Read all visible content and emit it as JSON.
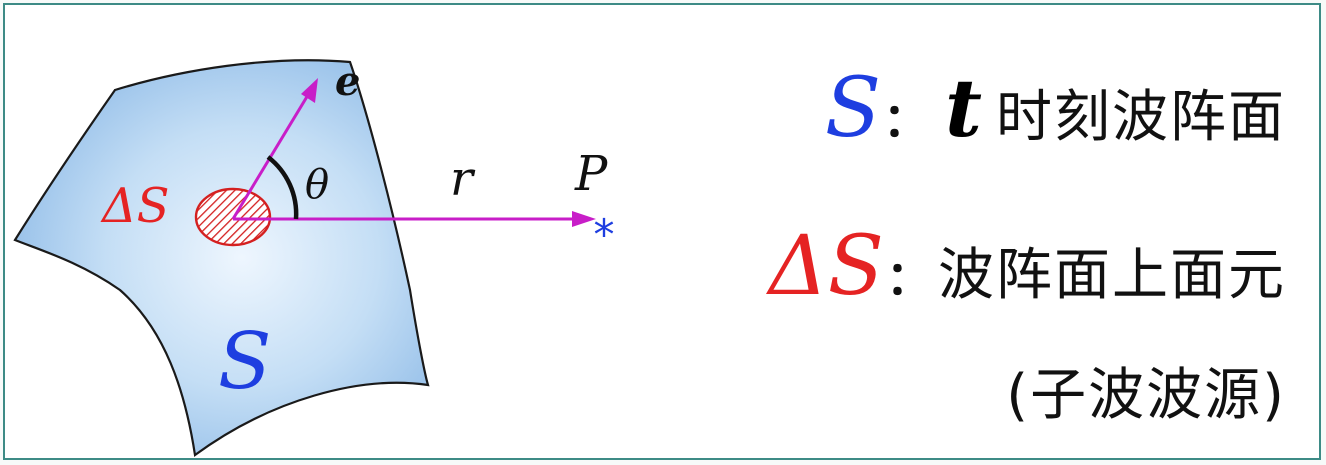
{
  "colors": {
    "surface_fill": "#a9cdf1",
    "surface_light": "#e8f3fd",
    "surface_stroke": "#1a1a1a",
    "normal_vector": "#c81ec8",
    "ray": "#c81ec8",
    "element": "#e52323",
    "blue_text": "#1e3ee0",
    "frame": "#3d8b86"
  },
  "diagram": {
    "labels": {
      "normal": "e",
      "angle": "θ",
      "distance": "r",
      "point": "P",
      "element": "ΔS",
      "surface": "S",
      "point_marker": "*"
    }
  },
  "legend": {
    "line1": {
      "symbol": "S",
      "colon": "：",
      "time": "t",
      "text": "时刻波阵面"
    },
    "line2": {
      "symbol": "ΔS",
      "colon": "：",
      "text": "波阵面上面元"
    },
    "line3": {
      "text": "(子波波源)"
    }
  }
}
